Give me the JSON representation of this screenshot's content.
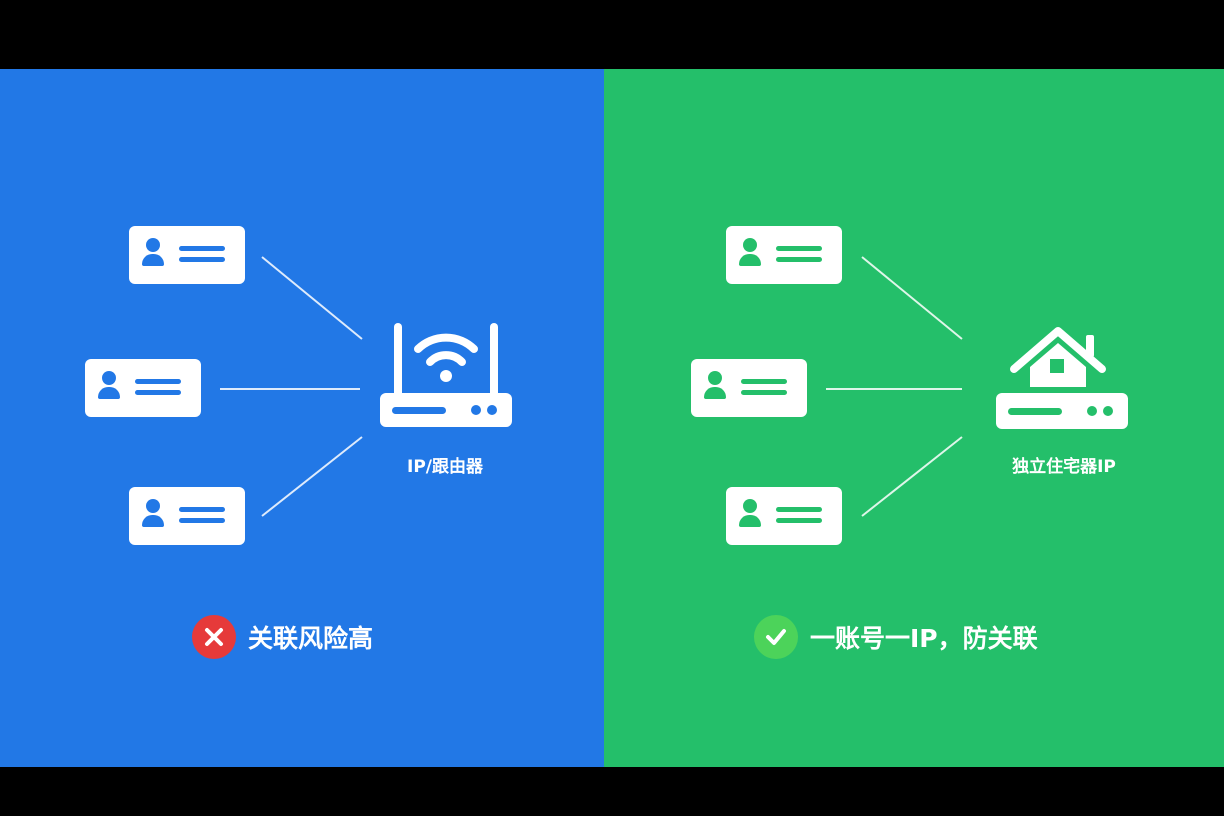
{
  "left_panel": {
    "background": "#2278e6",
    "hub_icon": "router-icon",
    "hub_label": "IP/跟由器",
    "account_cards": [
      "user-card-icon",
      "user-card-icon",
      "user-card-icon"
    ],
    "status_icon": "error-x-icon",
    "status_color": "#e63a3a",
    "status_text": "关联风险高"
  },
  "right_panel": {
    "background": "#24bf6a",
    "hub_icon": "house-router-icon",
    "hub_label": "独立住宅器IP",
    "account_cards": [
      "user-card-icon",
      "user-card-icon",
      "user-card-icon"
    ],
    "status_icon": "check-icon",
    "status_color": "#4cd35a",
    "status_text": "一账号一IP，防关联"
  }
}
